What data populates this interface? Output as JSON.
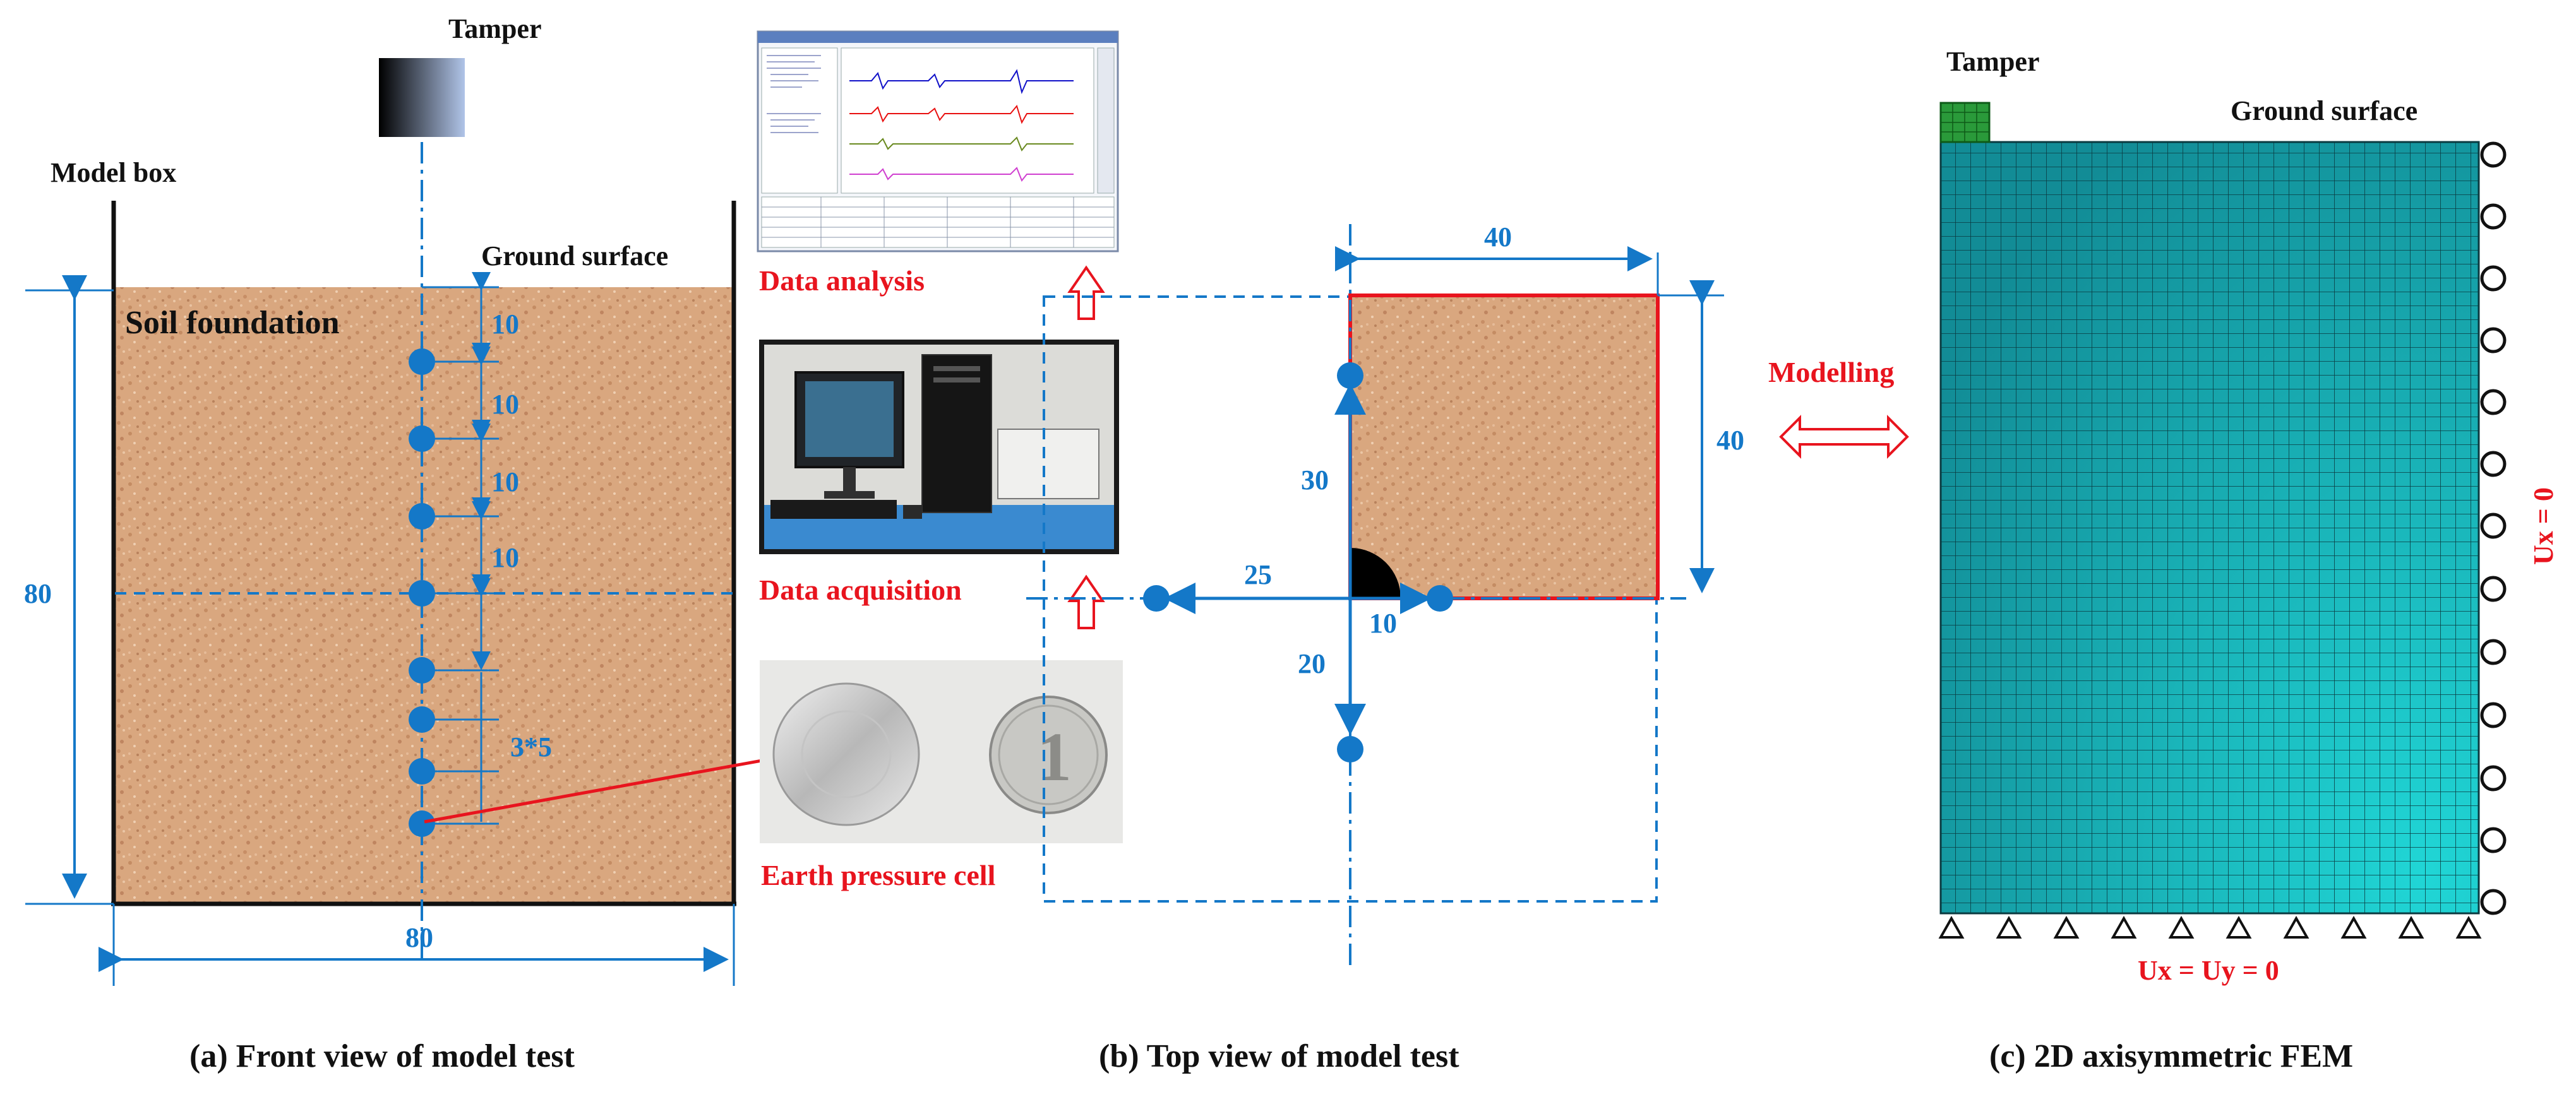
{
  "panel_a": {
    "tamper_label": "Tamper",
    "model_box_label": "Model box",
    "ground_surface_label": "Ground surface",
    "soil_label": "Soil foundation",
    "spacing_labels": [
      "10",
      "10",
      "10",
      "10"
    ],
    "group_spacing_label": "3*5",
    "height_label": "80",
    "width_label": "80",
    "caption": "(a) Front view of model test"
  },
  "panel_b": {
    "data_analysis_label": "Data analysis",
    "data_acquisition_label": "Data acquisition",
    "earth_pressure_label": "Earth pressure cell",
    "dim_top": "40",
    "dim_right": "40",
    "dim_up": "30",
    "dim_left": "25",
    "dim_down": "20",
    "dim_small": "10",
    "caption": "(b) Top view of model test",
    "coin_digit": "1"
  },
  "panel_c": {
    "tamper_label": "Tamper",
    "ground_surface_label": "Ground surface",
    "modelling_label": "Modelling",
    "bc_right_label": "Ux = 0",
    "bc_bottom_label": "Ux = Uy = 0",
    "caption": "(c) 2D axisymmetric FEM"
  },
  "colors": {
    "dimension_blue": "#1478c8",
    "annotation_red": "#e8141e",
    "mesh_teal": "#1aa8b0",
    "tamper_green": "#2a9a3a"
  }
}
